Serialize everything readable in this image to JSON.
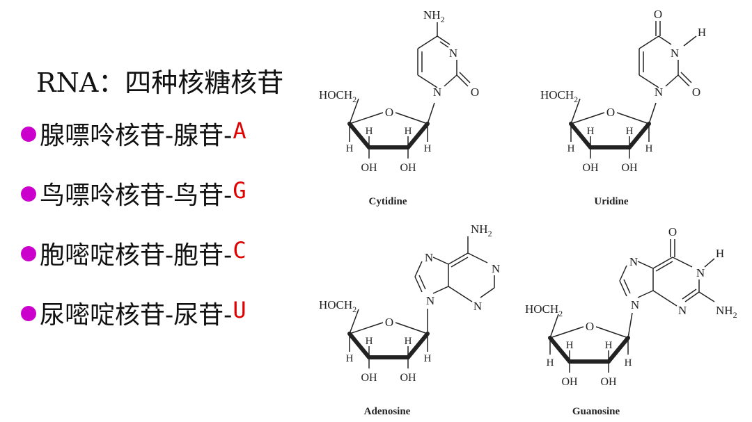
{
  "title": "RNA：四种核糖核苷",
  "bullet_color": "#cc00cc",
  "code_color": "#e00000",
  "bullets": [
    {
      "text": "腺嘌呤核苷-腺苷-",
      "code": "A"
    },
    {
      "text": "鸟嘌呤核苷-鸟苷-",
      "code": "G"
    },
    {
      "text": "胞嘧啶核苷-胞苷-",
      "code": "C"
    },
    {
      "text": "尿嘧啶核苷-尿苷-",
      "code": "U"
    }
  ],
  "ribose_labels": {
    "hoch2": "HOCH",
    "sub2": "2",
    "o": "O",
    "h": "H",
    "oh": "OH"
  },
  "structures": {
    "cytidine": {
      "name": "Cytidine",
      "nh2": "NH",
      "nh2_sub": "2",
      "n": "N",
      "o": "O"
    },
    "uridine": {
      "name": "Uridine",
      "n": "N",
      "h": "H",
      "o": "O"
    },
    "adenosine": {
      "name": "Adenosine",
      "nh2": "NH",
      "nh2_sub": "2",
      "n": "N"
    },
    "guanosine": {
      "name": "Guanosine",
      "nh2": "NH",
      "nh2_sub": "2",
      "n": "N",
      "h": "H",
      "o": "O"
    }
  }
}
